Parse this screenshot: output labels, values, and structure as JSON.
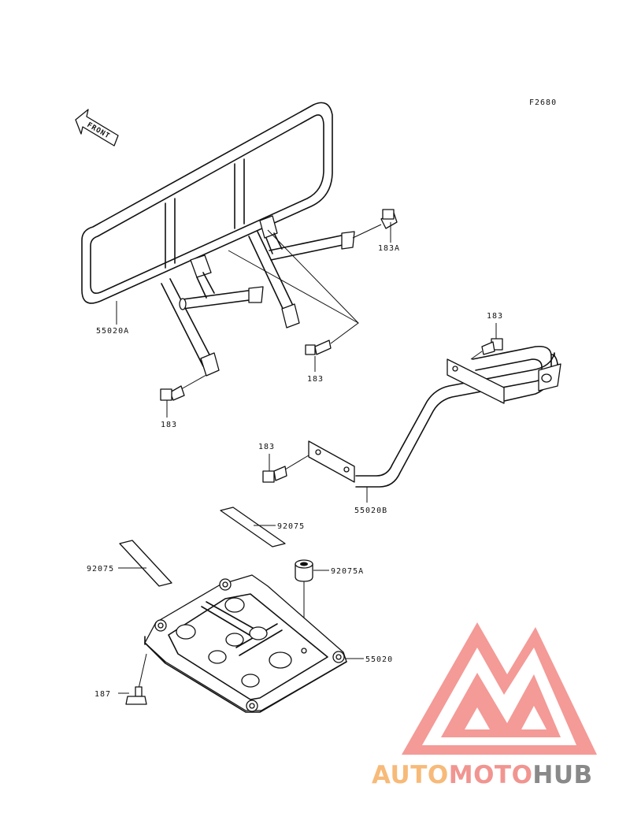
{
  "figure_code": "F2680",
  "front_label": "FRONT",
  "callouts": {
    "bolt_183a": "183A",
    "rack_front": "55020A",
    "bolt_183_center": "183",
    "bolt_183_left": "183",
    "bolt_183_right": "183",
    "bolt_183_mid": "183",
    "rack_rear": "55020B",
    "pad_upper": "92075",
    "pad_left": "92075",
    "cushion": "92075A",
    "skid_plate": "55020",
    "bolt_187": "187"
  },
  "watermark": {
    "part1": "AUTO",
    "part2": "MOTO",
    "part3": "HUB",
    "colors": {
      "orange": "#f7b36b",
      "red": "#f08a86",
      "gray": "#7d7d7d",
      "triangle": "#f3908c"
    }
  }
}
